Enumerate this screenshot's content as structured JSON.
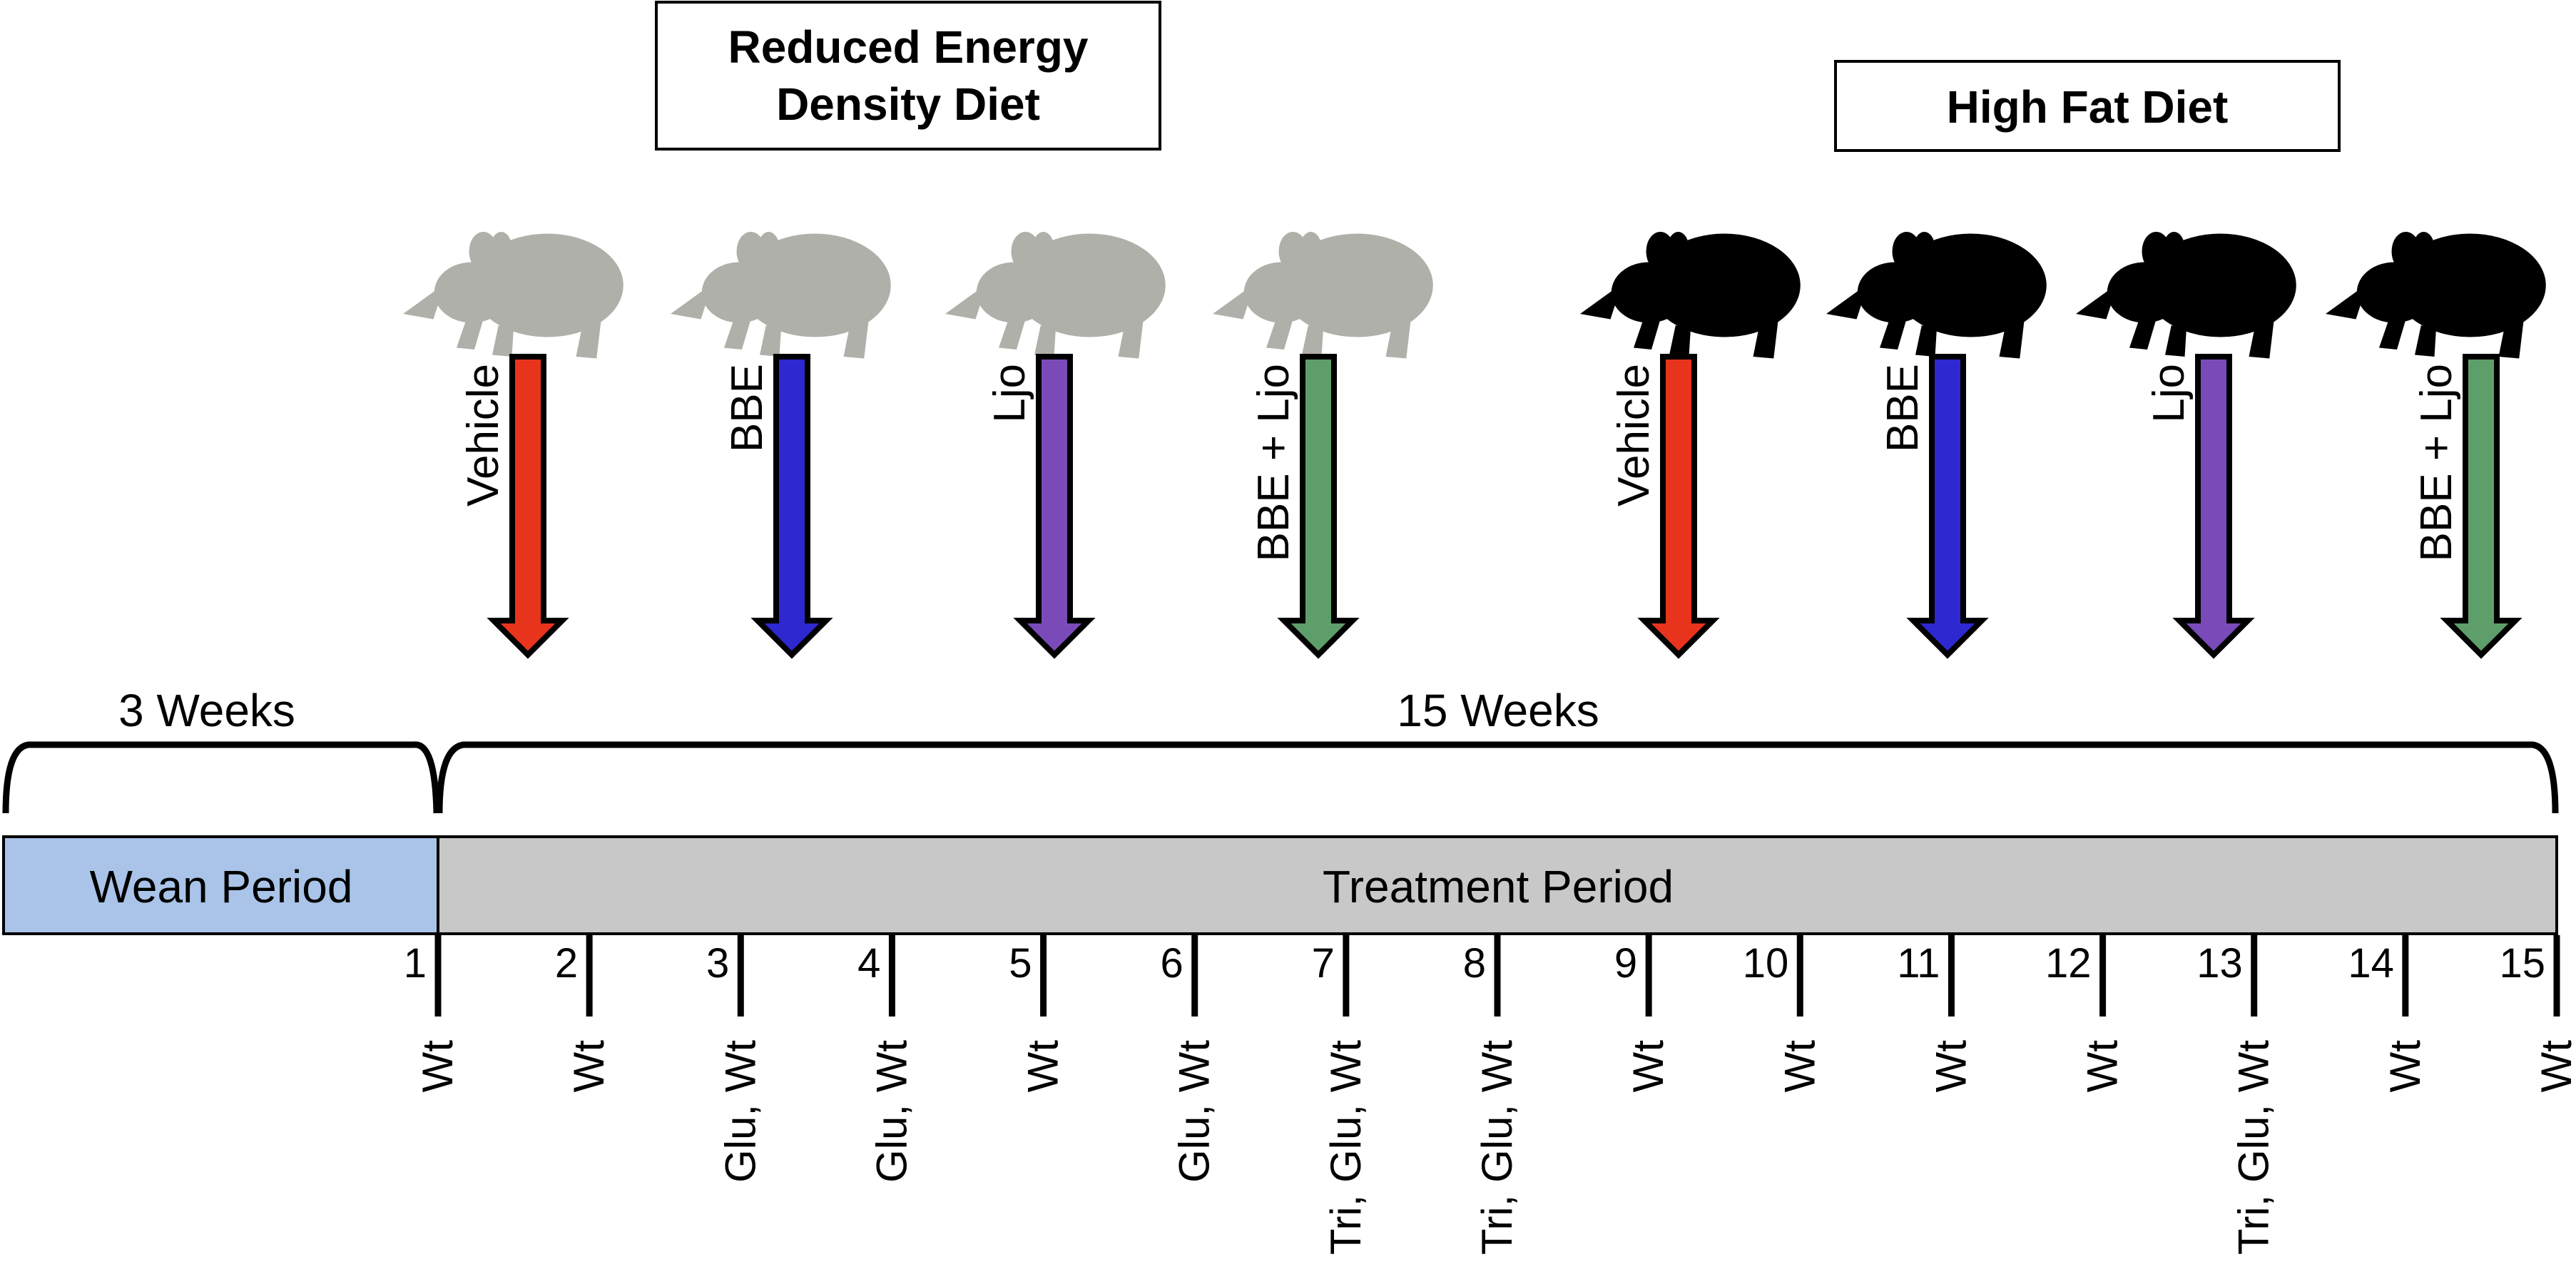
{
  "diets": [
    {
      "name": "Reduced Energy",
      "name_line2": "Density Diet",
      "rat_color": "#b0b0aa"
    },
    {
      "name": "High Fat Diet",
      "name_line2": "",
      "rat_color": "#000000"
    }
  ],
  "treatments": [
    {
      "label": "Vehicle",
      "color": "#e8341c"
    },
    {
      "label": "BBE",
      "color": "#2e28d0"
    },
    {
      "label": "Ljo",
      "color": "#7a4bb8"
    },
    {
      "label": "BBE + Ljo",
      "color": "#5e9e6a"
    },
    {
      "label": "Vehicle",
      "color": "#e8341c"
    },
    {
      "label": "BBE",
      "color": "#2e28d0"
    },
    {
      "label": "Ljo",
      "color": "#7a4bb8"
    },
    {
      "label": "BBE + Ljo",
      "color": "#5e9e6a"
    }
  ],
  "periods": {
    "wean": {
      "duration": "3 Weeks",
      "label": "Wean Period",
      "color": "#a9c4e8"
    },
    "treatment": {
      "duration": "15 Weeks",
      "label": "Treatment Period",
      "color": "#c8c8c8"
    }
  },
  "weeks": [
    "1",
    "2",
    "3",
    "4",
    "5",
    "6",
    "7",
    "8",
    "9",
    "10",
    "11",
    "12",
    "13",
    "14",
    "15"
  ],
  "measurements": [
    "Wt",
    "Wt",
    "Glu, Wt",
    "Glu, Wt",
    "Wt",
    "Glu, Wt",
    "Tri, Glu, Wt",
    "Tri, Glu, Wt",
    "Wt",
    "Wt",
    "Wt",
    "Wt",
    "Tri, Glu, Wt",
    "Wt",
    "Wt"
  ]
}
